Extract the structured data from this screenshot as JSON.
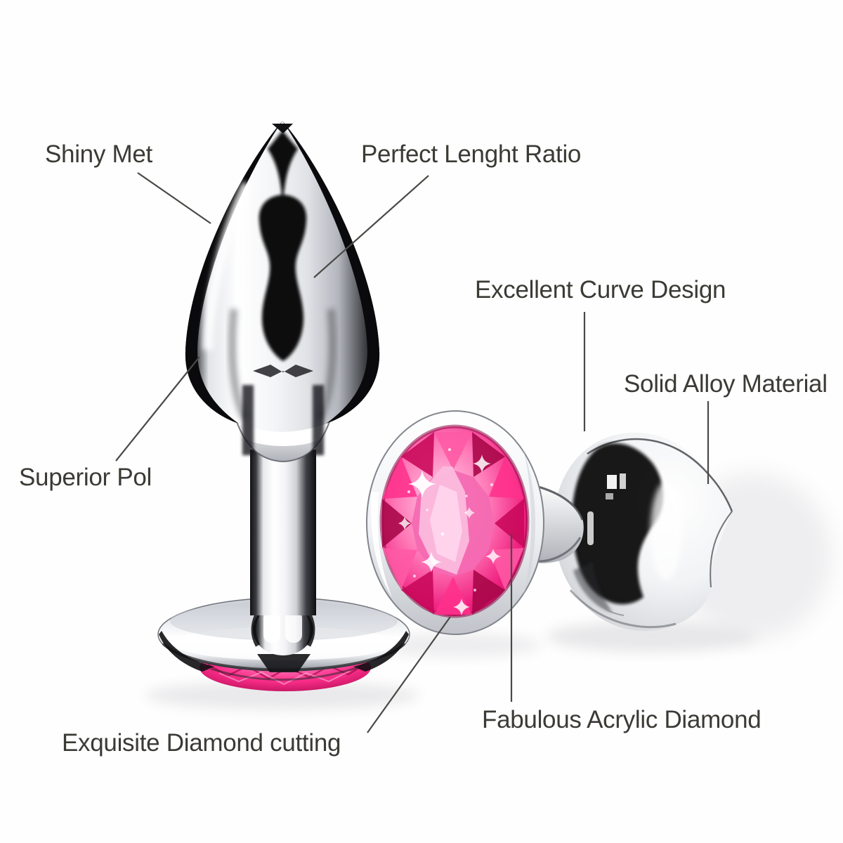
{
  "image_type": "annotated-product-diagram",
  "colors": {
    "bg": "#fefefe",
    "label": "#3b3a35",
    "leader": "#4b4945",
    "metal-white": "#ffffff",
    "metal-light": "#eef0f3",
    "metal-mid": "#c3c6cc",
    "metal-dark": "#55585e",
    "metal-black": "#0e0e10",
    "gem-pale": "#ffd2e9",
    "gem-light": "#ff8ec6",
    "gem-hot": "#fb2e8a",
    "gem-deep": "#cf0a62",
    "gem-dark": "#8f0a45"
  },
  "annotations": [
    {
      "id": "shiny-met",
      "text": "Shiny Met"
    },
    {
      "id": "perfect-lenght-ratio",
      "text": "Perfect Lenght Ratio"
    },
    {
      "id": "excellent-curve-design",
      "text": "Excellent Curve Design"
    },
    {
      "id": "solid-alloy-material",
      "text": "Solid Alloy Material"
    },
    {
      "id": "superior-pol",
      "text": "Superior Pol"
    },
    {
      "id": "exquisite-diamond-cutting",
      "text": "Exquisite Diamond cutting"
    },
    {
      "id": "fabulous-acrylic-diamond",
      "text": "Fabulous Acrylic Diamond"
    }
  ]
}
